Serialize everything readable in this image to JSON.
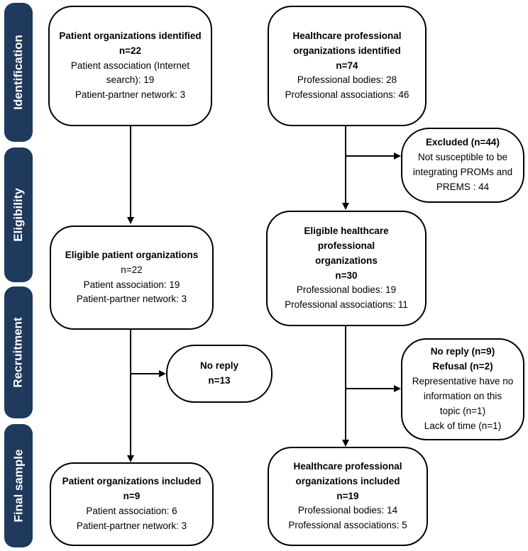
{
  "phases": {
    "identification": "Identification",
    "eligibility": "Eligibility",
    "recruitment": "Recruitment",
    "final_sample": "Final sample"
  },
  "patient_identified": {
    "title": "Patient organizations identified",
    "count": "n=22",
    "line1": "Patient association (Internet",
    "line2": "search): 19",
    "line3": "Patient-partner network: 3"
  },
  "hcp_identified": {
    "title1": "Healthcare professional",
    "title2": "organizations identified",
    "count": "n=74",
    "line1": "Professional bodies: 28",
    "line2": "Professional associations: 46"
  },
  "excluded": {
    "title": "Excluded (n=44)",
    "line1": "Not susceptible to be",
    "line2": "integrating PROMs and",
    "line3": "PREMS : 44"
  },
  "patient_eligible": {
    "title": "Eligible patient organizations",
    "count": "n=22",
    "line1": "Patient association: 19",
    "line2": "Patient-partner network: 3"
  },
  "hcp_eligible": {
    "title1": "Eligible healthcare professional",
    "title2": "organizations",
    "count": "n=30",
    "line1": "Professional bodies: 19",
    "line2": "Professional associations: 11"
  },
  "no_reply_patient": {
    "title": "No reply",
    "count": "n=13"
  },
  "no_reply_hcp": {
    "title1": "No reply (n=9)",
    "title2": "Refusal (n=2)",
    "line1": "Representative have no",
    "line2": "information on this",
    "line3": "topic (n=1)",
    "line4": "Lack of time (n=1)"
  },
  "patient_included": {
    "title": "Patient organizations included",
    "count": "n=9",
    "line1": "Patient association: 6",
    "line2": "Patient-partner network: 3"
  },
  "hcp_included": {
    "title1": "Healthcare professional",
    "title2": "organizations included",
    "count": "n=19",
    "line1": "Professional bodies: 14",
    "line2": "Professional associations: 5"
  }
}
